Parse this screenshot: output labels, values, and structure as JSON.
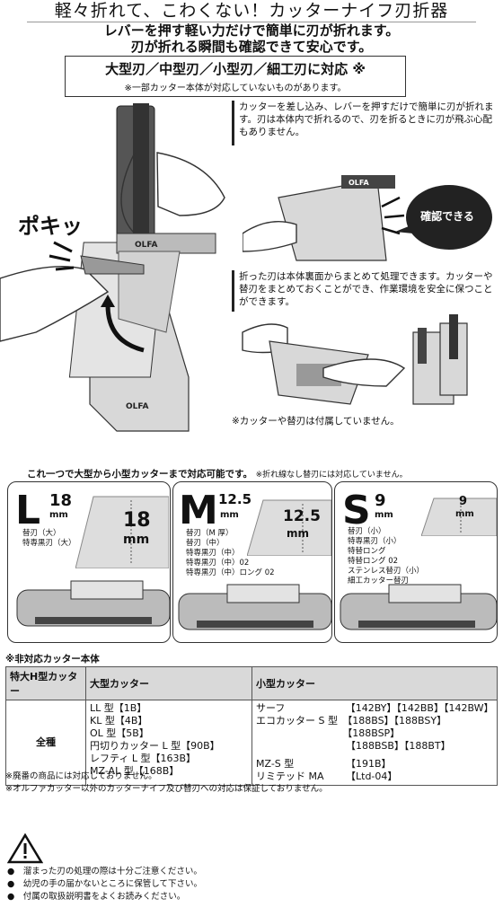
{
  "header": {
    "title": "軽々折れて、こわくない！カッターナイフ刃折器",
    "lead1": "レバーを押す軽い力だけで簡単に刃が折れます。",
    "lead2": "刃が折れる瞬間も確認できて安心です。"
  },
  "compat_box": {
    "main": "大型刃／中型刃／小型刃／細工刃に対応 ※",
    "sub": "※一部カッター本体が対応していないものがあります。"
  },
  "illustration": {
    "pokitto": "ポキッ",
    "confirm_bubble": "確認できる",
    "note1": "カッターを差し込み、レバーを押すだけで簡単に刃が折れます。刃は本体内で折れるので、刃を折るときに刃が飛ぶ心配もありません。",
    "note2": "折った刃は本体裏面からまとめて処理できます。カッターや替刃をまとめておくことができ、作業環境を安全に保つことができます。",
    "note3": "※カッターや替刃は付属していません。"
  },
  "sizes": {
    "caption": "これ一つで大型から小型カッターまで対応可能です。",
    "caption_note": "※折れ線なし替刃には対応していません。",
    "L": {
      "letter": "L",
      "num": "18",
      "unit": "mm",
      "label_num": "18",
      "label_unit": "mm",
      "items": [
        "替刃（大）",
        "特専黒刃（大）"
      ]
    },
    "M": {
      "letter": "M",
      "num": "12.5",
      "unit": "mm",
      "label_num": "12.5",
      "label_unit": "mm",
      "items": [
        "替刃（M 厚）",
        "替刃（中）",
        "特専黒刃（中）",
        "特専黒刃（中）02",
        "特専黒刃（中）ロング 02"
      ]
    },
    "S": {
      "letter": "S",
      "num": "9",
      "unit": "mm",
      "label_num": "9",
      "label_unit": "mm",
      "items": [
        "替刃（小）",
        "特専黒刃（小）",
        "特替ロング",
        "特替ロング 02",
        "ステンレス替刃（小）",
        "細工カッター替刃"
      ]
    }
  },
  "table": {
    "title": "※非対応カッター本体",
    "headers": [
      "特大H型カッター",
      "大型カッター",
      "小型カッター"
    ],
    "col1": "全種",
    "large": [
      "LL 型【1B】",
      "KL 型【4B】",
      "OL 型【5B】",
      "円切りカッター L 型【90B】",
      "レフティ L 型【163B】",
      "MZ-AL 型【168B】"
    ],
    "small_names": [
      "サーフ",
      "エコカッター S 型",
      "",
      "",
      "MZ-S 型",
      "リミテッド MA"
    ],
    "small_codes": [
      "【142BY】【142BB】【142BW】",
      "【188BS】【188BSY】【188BSP】",
      "【188BSB】【188BT】",
      "",
      "【191B】",
      "【Ltd-04】"
    ]
  },
  "footnotes": [
    "※廃番の商品には対応しておりません。",
    "※オルファカッター以外のカッターナイフ及び替刃への対応は保証しておりません。"
  ],
  "warnings": [
    "●　溜まった刃の処理の際は十分ご注意ください。",
    "●　幼児の手の届かないところに保管して下さい。",
    "●　付属の取扱説明書をよくお読みください。"
  ]
}
